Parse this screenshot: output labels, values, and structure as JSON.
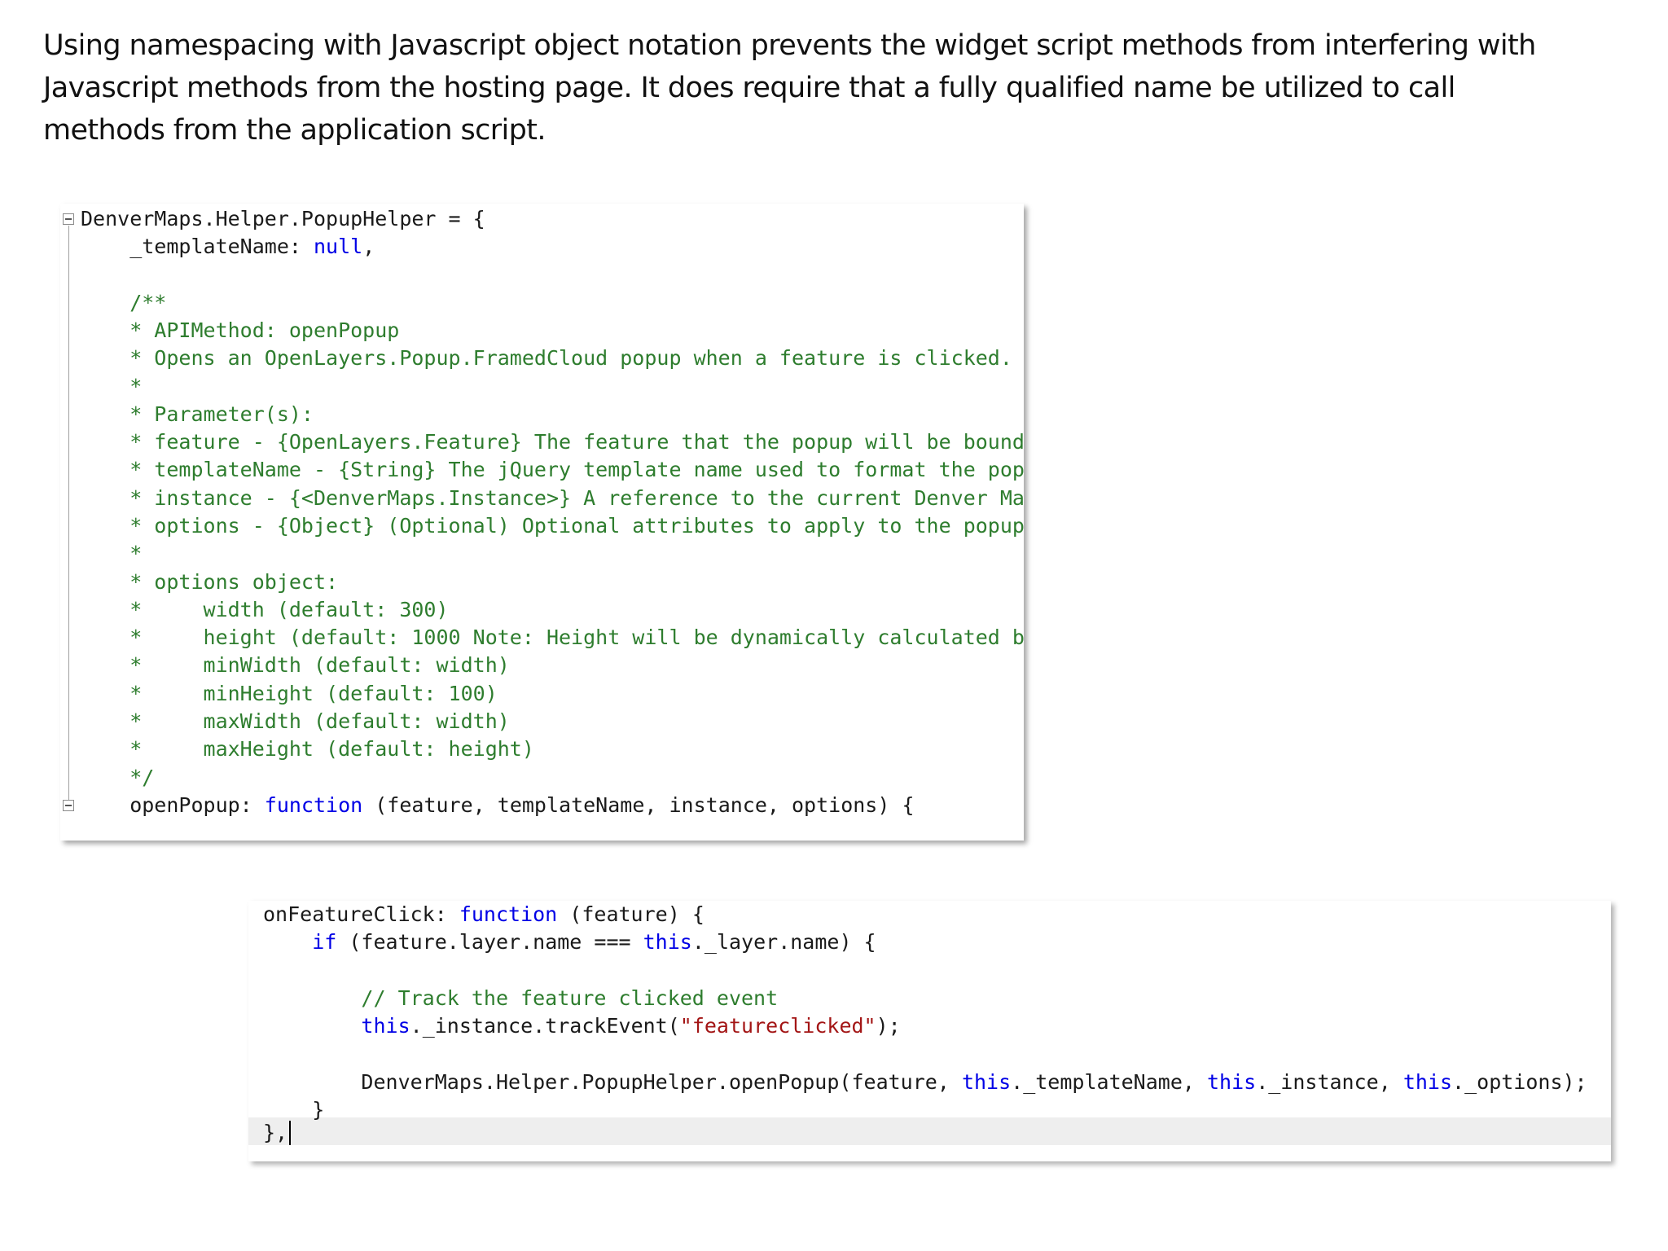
{
  "intro": {
    "line1": "Using namespacing with Javascript object notation prevents the widget script methods from interfering with",
    "line2": "Javascript methods from the hosting page.  It does require that a fully qualified name be utilized to call",
    "line3": "methods from the application script."
  },
  "snippet1": {
    "l1": "DenverMaps.Helper.PopupHelper = {",
    "l2a": "    _templateName: ",
    "l2b": "null",
    "l2c": ",",
    "l4": "    /**",
    "l5": "    * APIMethod: openPopup",
    "l6": "    * Opens an OpenLayers.Popup.FramedCloud popup when a feature is clicked.",
    "l7": "    *",
    "l8": "    * Parameter(s):",
    "l9": "    * feature - {OpenLayers.Feature} The feature that the popup will be bound",
    "l10": "    * templateName - {String} The jQuery template name used to format the pop",
    "l11": "    * instance - {<DenverMaps.Instance>} A reference to the current Denver Ma",
    "l12": "    * options - {Object} (Optional) Optional attributes to apply to the popup",
    "l13": "    *",
    "l14": "    * options object:",
    "l15": "    *     width (default: 300)",
    "l16": "    *     height (default: 1000 Note: Height will be dynamically calculated b",
    "l17": "    *     minWidth (default: width)",
    "l18": "    *     minHeight (default: 100)",
    "l19": "    *     maxWidth (default: width)",
    "l20": "    *     maxHeight (default: height)",
    "l21": "    */",
    "l22a": "    openPopup: ",
    "l22b": "function",
    "l22c": " (feature, templateName, instance, options) {"
  },
  "snippet2": {
    "l1a": "onFeatureClick: ",
    "l1b": "function",
    "l1c": " (feature) {",
    "l2a": "    ",
    "l2b": "if",
    "l2c": " (feature.layer.name === ",
    "l2d": "this",
    "l2e": "._layer.name) {",
    "l4": "        // Track the feature clicked event",
    "l5a": "        ",
    "l5b": "this",
    "l5c": "._instance.trackEvent(",
    "l5d": "\"featureclicked\"",
    "l5e": ");",
    "l7a": "        DenverMaps.Helper.PopupHelper.openPopup(feature, ",
    "l7b": "this",
    "l7c": "._templateName, ",
    "l7d": "this",
    "l7e": "._instance, ",
    "l7f": "this",
    "l7g": "._options);",
    "l8": "    }",
    "l9": "},"
  }
}
